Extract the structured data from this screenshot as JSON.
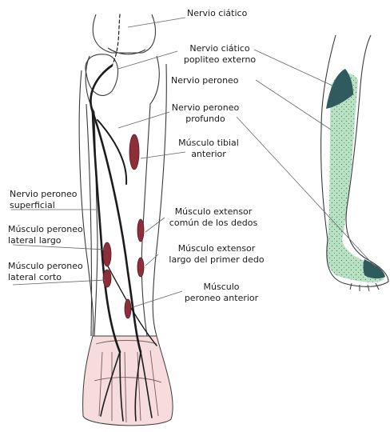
{
  "labels": {
    "ciatico": "Nervio ciático",
    "ciatico_popliteo": "Nervio ciático\npopliteo externo",
    "peroneo": "Nervio peroneo",
    "peroneo_profundo": "Nervio peroneo\nprofundo",
    "tibial_anterior": "Músculo tibial\nanterior",
    "peroneo_superficial": "Nervio peroneo\nsuperficial",
    "extensor_comun": "Músculo extensor\ncomún de los dedos",
    "peroneo_lateral_largo": "Músculo peroneo\nlateral largo",
    "extensor_primer_dedo": "Músculo extensor\nlargo del primer dedo",
    "peroneo_lateral_corto": "Músculo peroneo\nlateral corto",
    "peroneo_anterior": "Músculo\nperoneo anterior"
  },
  "colors": {
    "nerve": "#1b1b1b",
    "muscle": "#8c2f3a",
    "foot_tint": "#f6dcdc",
    "sensory_area": "#b9e2c4",
    "sensory_dark": "#2f5a5e",
    "outline": "#3a3a3a",
    "leader_line": "#666666"
  }
}
